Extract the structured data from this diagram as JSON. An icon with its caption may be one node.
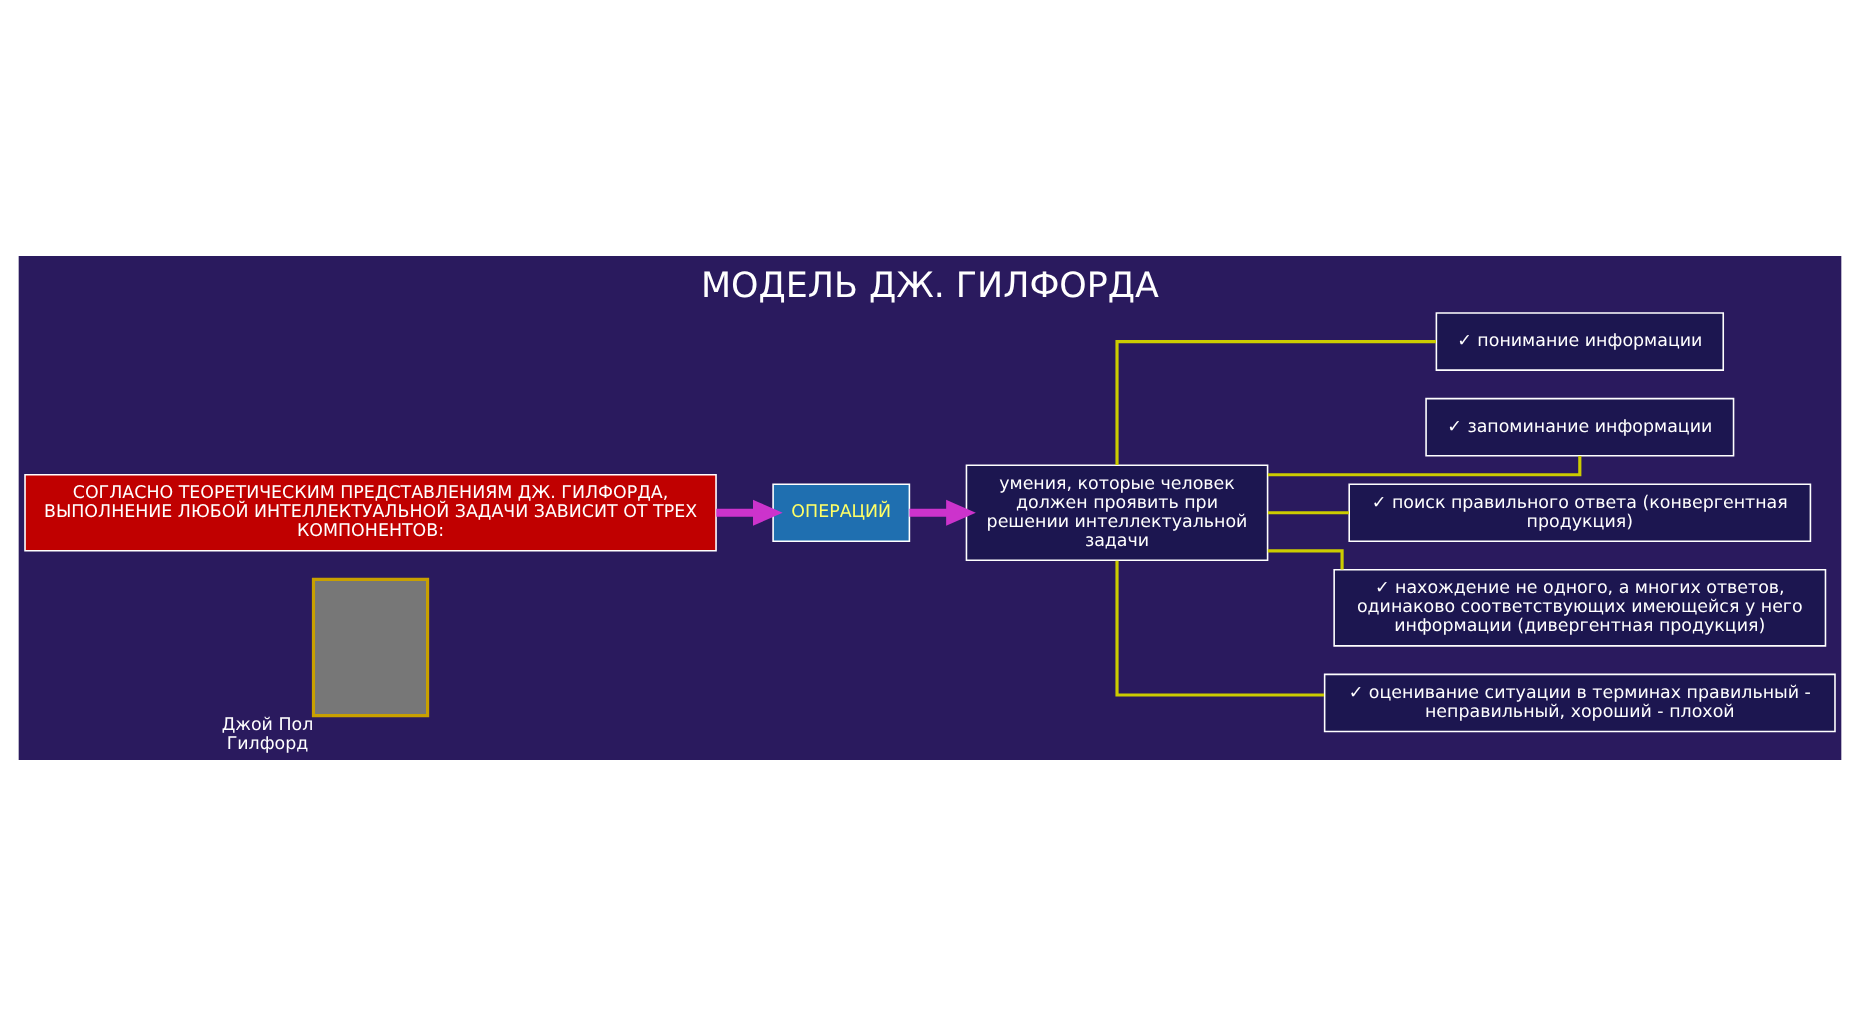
{
  "diagram": {
    "title": "МОДЕЛЬ ДЖ. ГИЛФОРДА",
    "nodes": [
      {
        "text": [],
        "shape": "box",
        "beside": [
          "Джой Пол Гилфорд"
        ]
      },
      {
        "text": [
          "СОГЛАСНО ТЕОРЕТИЧЕСКИМ ПРЕДСТАВЛЕНИЯМ ДЖ. ГИЛФОРДА, ВЫПОЛНЕНИЕ ЛЮБОЙ ИНТЕЛЛЕКТУАЛЬНОЙ ЗАДАЧИ ЗАВИСИТ ОТ ТРЕХ КОМПОНЕНТОВ:"
        ]
      },
      {
        "text": [
          "ОПЕРАЦИЙ"
        ]
      },
      {
        "text": [
          "умения, которые человек должен проявить при решении интеллектуальной задачи"
        ]
      },
      {
        "text": [
          "✓ понимание информации"
        ]
      },
      {
        "text": [
          "✓ запоминание информации"
        ]
      },
      {
        "text": [
          "✓ поиск правильного ответа (конвергентная продукция)"
        ]
      },
      {
        "text": [
          "✓ нахождение не одного, а многих ответов, одинаково соответствующих имеющейся у него информации (дивергентная продукция)"
        ]
      },
      {
        "text": [
          "✓ оценивание ситуации в терминах правильный - неправильный, хороший - плохой"
        ]
      }
    ],
    "edges": [
      {
        "from": 1,
        "to": 2,
        "arrow": "to",
        "style": "thick",
        "color": "#cc33cc"
      },
      {
        "from": 2,
        "to": 3,
        "arrow": "to",
        "style": "thick",
        "color": "#cc33cc"
      },
      {
        "from": 3,
        "to": 4,
        "arrow": "none"
      },
      {
        "from": 3,
        "to": 5,
        "arrow": "none"
      },
      {
        "from": 3,
        "to": 6,
        "arrow": "none"
      },
      {
        "from": 3,
        "to": 7,
        "arrow": "none"
      },
      {
        "from": 3,
        "to": 8,
        "arrow": "none"
      }
    ]
  }
}
